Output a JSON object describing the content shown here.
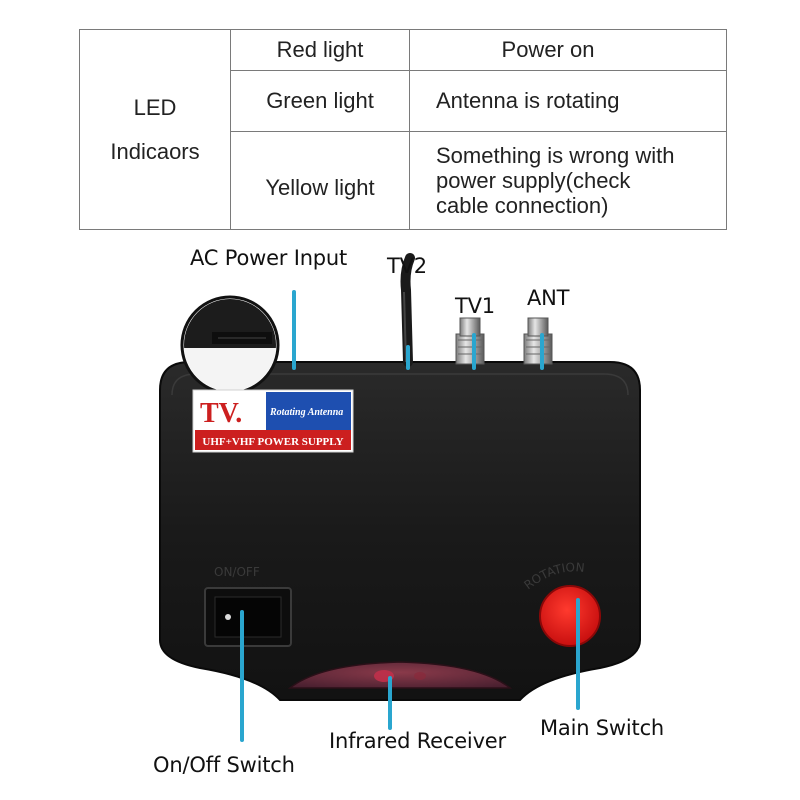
{
  "led_table": {
    "heading": [
      "LED",
      "Indicaors"
    ],
    "rows": [
      {
        "colour": "Red light",
        "meaning": "Power on"
      },
      {
        "colour": "Green light",
        "meaning": "Antenna is rotating"
      },
      {
        "colour": "Yellow light",
        "meaning_lines": [
          "Something is wrong with",
          "power supply(check",
          "cable connection)"
        ]
      }
    ]
  },
  "callouts": {
    "ac_power_input": "AC Power Input",
    "tv2": "TV2",
    "tv1": "TV1",
    "ant": "ANT",
    "on_off_switch": "On/Off Switch",
    "infrared_receiver": "Infrared Receiver",
    "main_switch": "Main Switch"
  },
  "device": {
    "sticker_brand": "TV.",
    "sticker_tagline": "Rotating Antenna",
    "sticker_bottom": "UHF+VHF POWER SUPPLY",
    "switch_label": "ON/OFF",
    "button_label": "ROTATION"
  },
  "colors": {
    "leader_line": "#2aa6cf",
    "device_body": "#1b1b1b",
    "rotation_button": "#e11b1b",
    "sticker_red": "#cc1f1f",
    "sticker_blue": "#1e4fb0"
  }
}
